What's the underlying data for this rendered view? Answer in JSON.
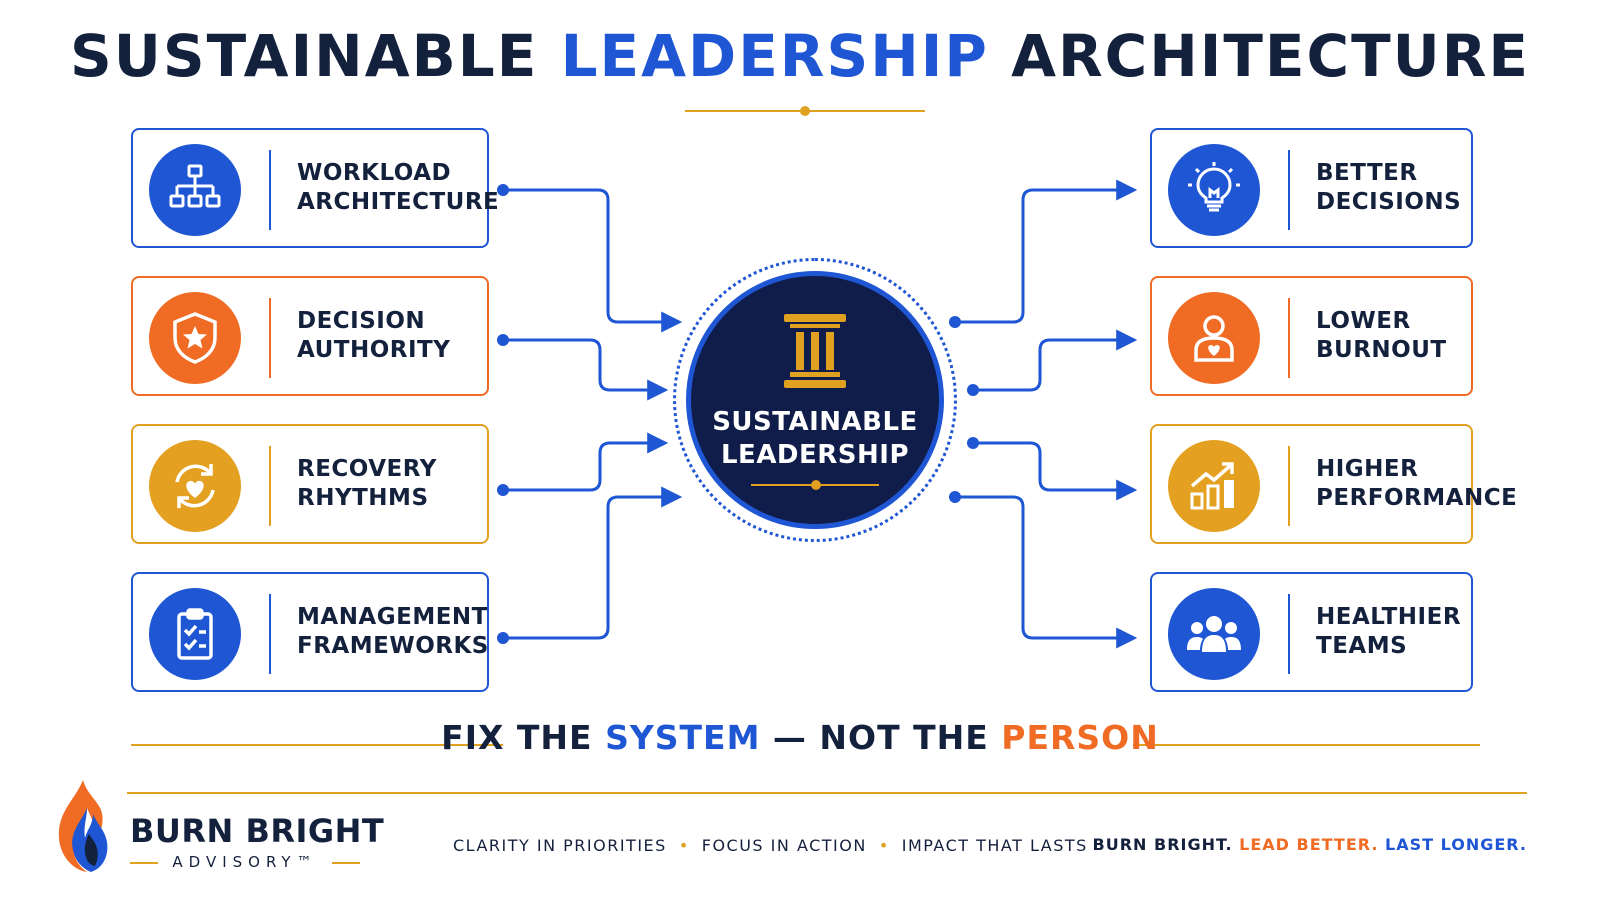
{
  "title": {
    "part1": "SUSTAINABLE",
    "part2": "LEADERSHIP",
    "part3": "ARCHITECTURE"
  },
  "colors": {
    "navy": "#14213d",
    "blue": "#1f56d4",
    "orange": "#f06b24",
    "gold": "#e3a021",
    "center_fill": "#101d4a"
  },
  "inputs": [
    {
      "line1": "WORKLOAD",
      "line2": "ARCHITECTURE",
      "color": "blue",
      "icon": "org-chart-icon"
    },
    {
      "line1": "DECISION",
      "line2": "AUTHORITY",
      "color": "orange",
      "icon": "shield-star-icon"
    },
    {
      "line1": "RECOVERY",
      "line2": "RHYTHMS",
      "color": "gold",
      "icon": "heart-cycle-icon"
    },
    {
      "line1": "MANAGEMENT",
      "line2": "FRAMEWORKS",
      "color": "blue",
      "icon": "clipboard-check-icon"
    }
  ],
  "center": {
    "line1": "SUSTAINABLE",
    "line2": "LEADERSHIP",
    "icon": "pillar-icon"
  },
  "outputs": [
    {
      "line1": "BETTER",
      "line2": "DECISIONS",
      "color": "blue",
      "icon": "lightbulb-icon"
    },
    {
      "line1": "LOWER",
      "line2": "BURNOUT",
      "color": "orange",
      "icon": "person-heart-icon"
    },
    {
      "line1": "HIGHER",
      "line2": "PERFORMANCE",
      "color": "gold",
      "icon": "growth-chart-icon"
    },
    {
      "line1": "HEALTHIER",
      "line2": "TEAMS",
      "color": "blue",
      "icon": "team-icon"
    }
  ],
  "tagline": {
    "part1": "FIX THE",
    "part2": "SYSTEM",
    "part3": "— NOT THE",
    "part4": "PERSON"
  },
  "brand": {
    "name": "BURN BRIGHT",
    "sub": "ADVISORY™",
    "icon": "flame-icon"
  },
  "pillars": [
    "CLARITY IN PRIORITIES",
    "FOCUS IN ACTION",
    "IMPACT THAT LASTS"
  ],
  "slogan": {
    "part1": "BURN BRIGHT.",
    "part2": "LEAD BETTER.",
    "part3": "LAST LONGER."
  }
}
